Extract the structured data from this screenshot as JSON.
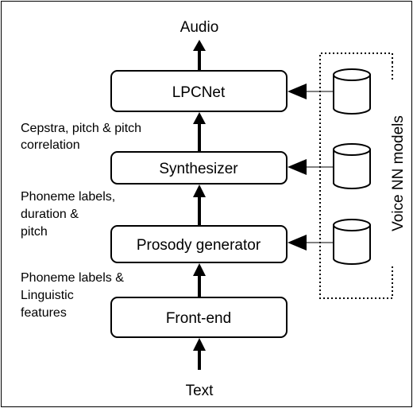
{
  "io": {
    "output_label": "Audio",
    "input_label": "Text"
  },
  "blocks": {
    "lpcnet": "LPCNet",
    "synthesizer": "Synthesizer",
    "prosody": "Prosody generator",
    "frontend": "Front-end"
  },
  "edge_labels": {
    "synth_to_lpcnet": [
      "Cepstra, pitch & pitch",
      "correlation"
    ],
    "prosody_to_synth": [
      "Phoneme labels,",
      "duration &",
      "pitch"
    ],
    "frontend_to_prosody": [
      "Phoneme labels &",
      "Linguistic",
      "features"
    ]
  },
  "models_group_label": "Voice NN models"
}
